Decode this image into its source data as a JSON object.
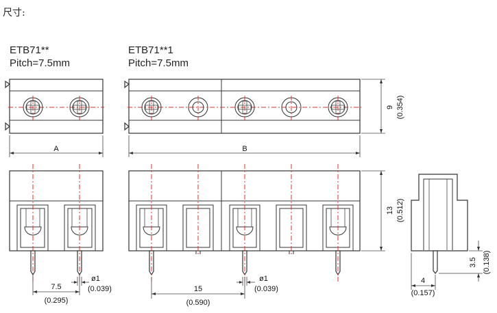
{
  "page": {
    "heading": "尺寸:"
  },
  "models": [
    {
      "name": "ETB71**",
      "pitch": "Pitch=7.5mm"
    },
    {
      "name": "ETB71**1",
      "pitch": "Pitch=7.5mm"
    }
  ],
  "dimensions": {
    "width_a": "A",
    "width_b": "B",
    "top_height": "9",
    "top_height_in": "(0.354)",
    "front_height": "13",
    "front_height_in": "(0.512)",
    "pitch_mm": "7.5",
    "pitch_in": "(0.295)",
    "pin_dia_1": "ø1",
    "pin_dia_1_in": "(0.039)",
    "double_pitch_mm": "15",
    "double_pitch_in": "(0.590)",
    "pin_dia_2": "ø1",
    "pin_dia_2_in": "(0.039)",
    "pin_length": "3.5",
    "pin_length_in": "(0.138)",
    "side_width": "4",
    "side_width_in": "(0.157)"
  },
  "colors": {
    "line": "#333333",
    "centerline": "#e0302a"
  }
}
